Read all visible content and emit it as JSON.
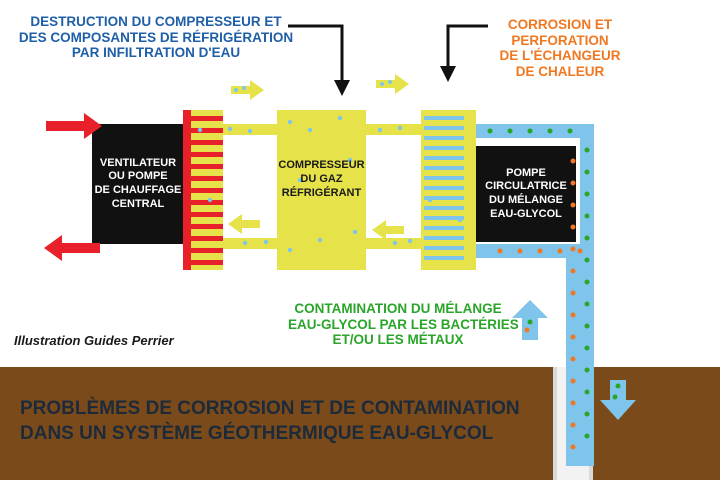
{
  "labels": {
    "destruction": [
      "DESTRUCTION DU COMPRESSEUR ET",
      "DES COMPOSANTES DE RÉFRIGÉRATION",
      "PAR INFILTRATION D'EAU"
    ],
    "corrosion": [
      "CORROSION ET",
      "PERFORATION",
      "DE L'ÉCHANGEUR",
      "DE CHALEUR"
    ],
    "contamination": [
      "CONTAMINATION DU MÉLANGE",
      "EAU-GLYCOL PAR LES BACTÉRIES",
      "ET/OU LES MÉTAUX"
    ]
  },
  "boxes": {
    "fan": [
      "VENTILATEUR",
      "OU POMPE",
      "DE CHAUFFAGE",
      "CENTRAL"
    ],
    "compressor": [
      "COMPRESSEUR",
      "DU GAZ",
      "RÉFRIGÉRANT"
    ],
    "pump": [
      "POMPE",
      "CIRCULATRICE",
      "DU MÉLANGE",
      "EAU-GLYCOL"
    ]
  },
  "credit": "Illustration Guides Perrier",
  "title": [
    "PROBLÈMES DE CORROSION ET DE CONTAMINATION",
    "DANS UN SYSTÈME GÉOTHERMIQUE EAU-GLYCOL"
  ],
  "colors": {
    "blue_label": "#1f5fa8",
    "orange_label": "#f07820",
    "green_label": "#2aa52a",
    "yellow": "#e6e24a",
    "water": "#7fc4ea",
    "red": "#e8202a",
    "ground": "#7a4a1a",
    "pipe_grey": "#cfcfcf"
  }
}
